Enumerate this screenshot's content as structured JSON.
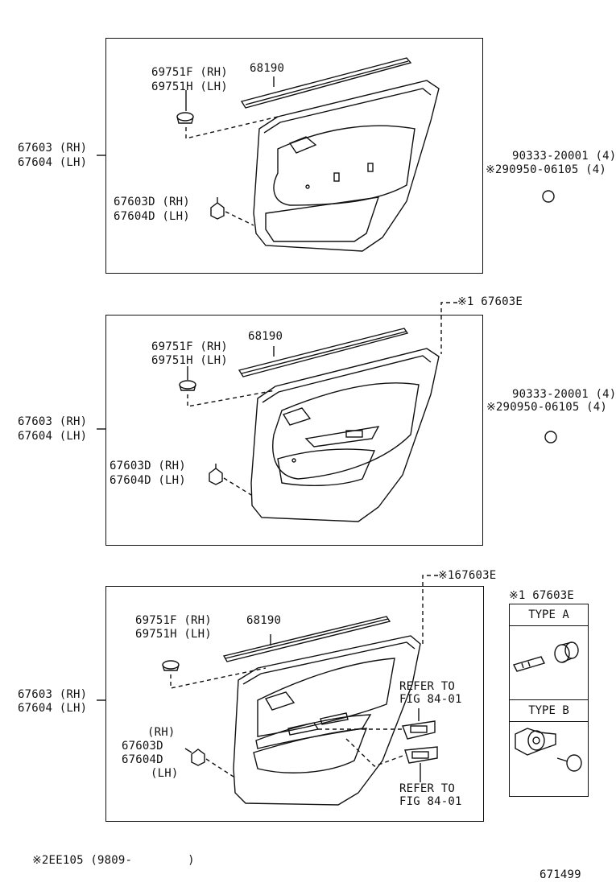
{
  "panels": [
    {
      "door_trim_rh": "67603 (RH)",
      "door_trim_lh": "67604 (LH)",
      "clip_rh": "69751F (RH)",
      "clip_lh": "69751H (LH)",
      "weatherstrip": "68190",
      "fastener_rh": "67603D (RH)",
      "fastener_lh": "67604D (LH)",
      "screw_line1": "90333-20001 (4)",
      "screw_line2": "※290950-06105 (4)"
    },
    {
      "door_trim_rh": "67603 (RH)",
      "door_trim_lh": "67604 (LH)",
      "clip_rh": "69751F (RH)",
      "clip_lh": "69751H (LH)",
      "weatherstrip": "68190",
      "fastener_rh": "67603D (RH)",
      "fastener_lh": "67604D (LH)",
      "screw_line1": "90333-20001 (4)",
      "screw_line2": "※290950-06105 (4)",
      "callout": "※1 67603E"
    },
    {
      "door_trim_rh": "67603 (RH)",
      "door_trim_lh": "67604 (LH)",
      "clip_rh": "69751F (RH)",
      "clip_lh": "69751H (LH)",
      "weatherstrip": "68190",
      "fastener_rh_tag": "(RH)",
      "fastener_rh": "67603D",
      "fastener_lh": "67604D",
      "fastener_lh_tag": "(LH)",
      "callout": "※167603E",
      "refer_top_1": "REFER TO",
      "refer_top_2": "FIG 84-01",
      "refer_bottom_1": "REFER TO",
      "refer_bottom_2": "FIG 84-01"
    }
  ],
  "type_legend": {
    "header": "※1 67603E",
    "type_a": "TYPE A",
    "type_b": "TYPE B"
  },
  "footnote": "※2EE105 (9809-        )",
  "diagram_number": "671499"
}
